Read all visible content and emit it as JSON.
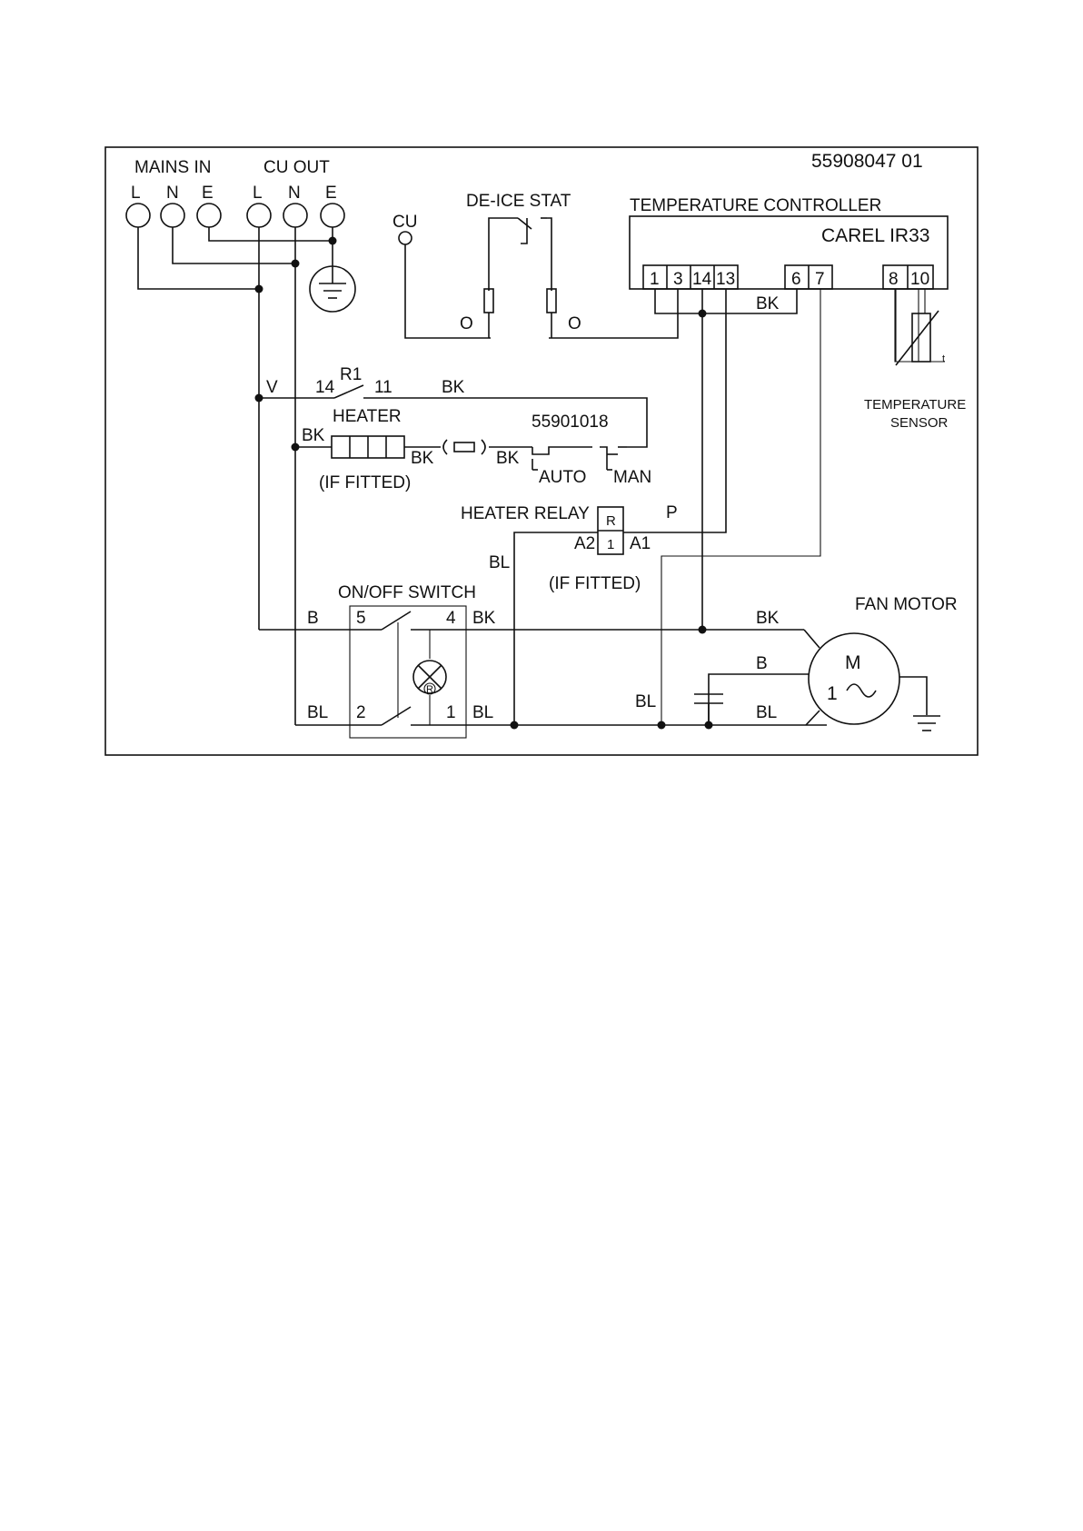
{
  "drawing_number": "55908047 01",
  "mains_in": {
    "title": "MAINS IN",
    "l": "L",
    "n": "N",
    "e": "E"
  },
  "cu_out": {
    "title": "CU OUT",
    "l": "L",
    "n": "N",
    "e": "E"
  },
  "cu_terminal": "CU",
  "de_ice_stat": {
    "title": "DE-ICE STAT",
    "wire_left": "O",
    "wire_right": "O"
  },
  "controller": {
    "title": "TEMPERATURE CONTROLLER",
    "model": "CAREL IR33",
    "terminals": [
      "1",
      "3",
      "14",
      "13",
      "6",
      "7",
      "8",
      "10"
    ],
    "bridge_label": "BK"
  },
  "temperature_sensor": {
    "line1": "TEMPERATURE",
    "line2": "SENSOR",
    "symbol": "t"
  },
  "relay_contact": {
    "name": "R1",
    "pin_a": "14",
    "pin_b": "11",
    "wire_left": "V",
    "wire_right": "BK"
  },
  "heater": {
    "title": "HEATER",
    "note": "(IF FITTED)",
    "part_number": "55901018",
    "wire_in": "BK",
    "wire_out": "BK",
    "wire_thermostat": "BK",
    "auto": "AUTO",
    "man": "MAN"
  },
  "heater_relay": {
    "title": "HEATER RELAY",
    "note": "(IF FITTED)",
    "coil": "R",
    "coil_num": "1",
    "a1": "A1",
    "a2": "A2",
    "wire_p": "P",
    "wire_bl": "BL"
  },
  "onoff_switch": {
    "title": "ON/OFF SWITCH",
    "pin5": "5",
    "pin4": "4",
    "pin2": "2",
    "pin1": "1",
    "lamp": "R",
    "wire_b": "B",
    "wire_bk": "BK",
    "wire_bl_left": "BL",
    "wire_bl_right": "BL"
  },
  "fan_motor": {
    "title": "FAN MOTOR",
    "symbol": "M",
    "phase": "1",
    "wire_bk": "BK",
    "wire_b": "B",
    "wire_bl": "BL",
    "wire_bl_left": "BL"
  }
}
